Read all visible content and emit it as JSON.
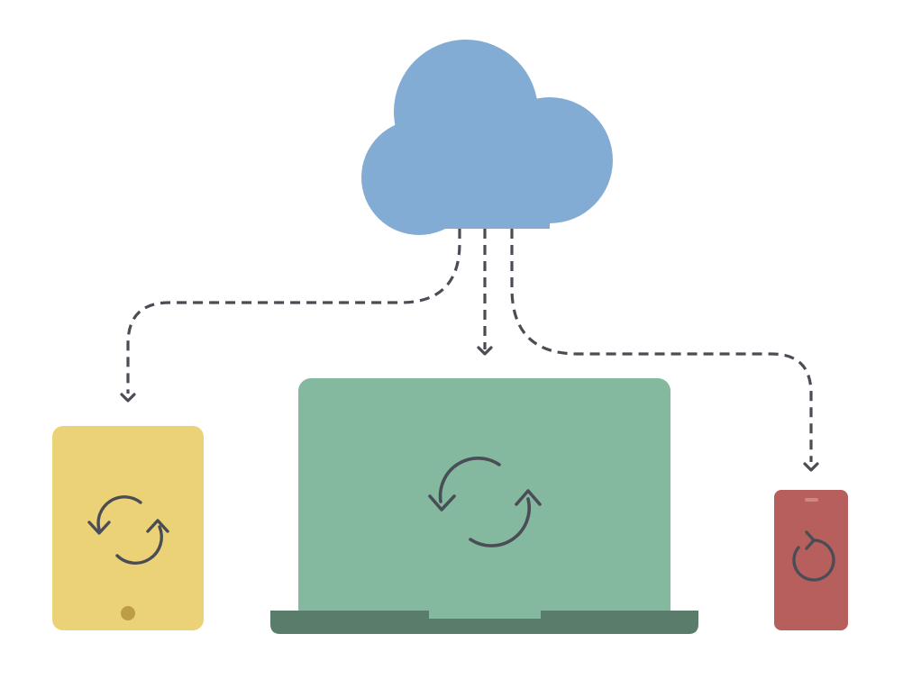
{
  "colors": {
    "background": "#ffffff",
    "cloud": "#82acd4",
    "tablet": "#ecd277",
    "tablet_button": "#bb9e46",
    "laptop_screen": "#84b9a0",
    "laptop_base": "#5a7c6b",
    "phone": "#b65f5c",
    "phone_speaker": "#cd8785",
    "connector": "#4a4d55",
    "sync_arrow": "#4a4d55"
  },
  "diagram": {
    "hub": {
      "kind": "cloud"
    },
    "devices": [
      {
        "kind": "tablet",
        "sync_icon": "sync-arrows-icon"
      },
      {
        "kind": "laptop",
        "sync_icon": "sync-arrows-icon"
      },
      {
        "kind": "phone",
        "sync_icon": "refresh-arrow-icon"
      }
    ],
    "connections": [
      {
        "from": "cloud",
        "to": "tablet",
        "style": "dashed-arrow"
      },
      {
        "from": "cloud",
        "to": "laptop",
        "style": "dashed-arrow"
      },
      {
        "from": "cloud",
        "to": "phone",
        "style": "dashed-arrow"
      }
    ]
  }
}
